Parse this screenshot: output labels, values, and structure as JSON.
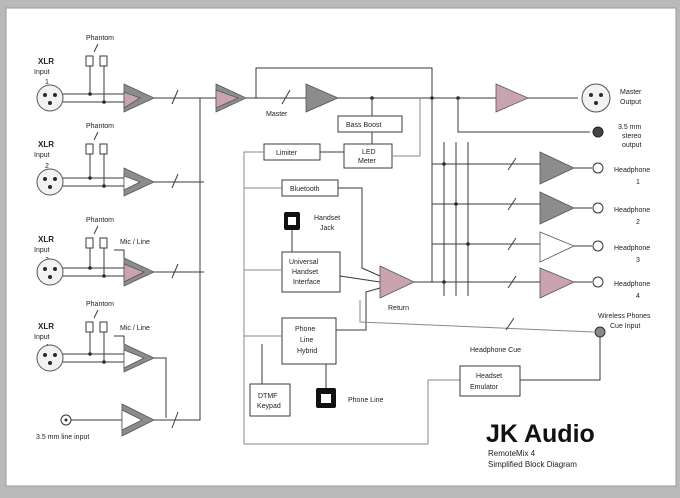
{
  "diagram": {
    "phantom_label": "Phantom",
    "inputs": [
      {
        "line1": "XLR",
        "line2": "Input",
        "num": "1"
      },
      {
        "line1": "XLR",
        "line2": "Input",
        "num": "2"
      },
      {
        "line1": "XLR",
        "line2": "Input",
        "num": "3"
      },
      {
        "line1": "XLR",
        "line2": "Input",
        "num": "4"
      }
    ],
    "mic_line": "Mic / Line",
    "line_input": "3.5 mm line input",
    "master": "Master",
    "master_output": [
      "Master",
      "Output"
    ],
    "stereo_output": [
      "3.5 mm",
      "stereo",
      "output"
    ],
    "bass_boost": "Bass Boost",
    "limiter": "Limiter",
    "led_meter": [
      "LED",
      "Meter"
    ],
    "bluetooth": "Bluetooth",
    "handset_jack": [
      "Handset",
      "Jack"
    ],
    "uhi": [
      "Universal",
      "Handset",
      "Interface"
    ],
    "return_label": "Return",
    "hybrid": [
      "Phone",
      "Line",
      "Hybrid"
    ],
    "dtmf": [
      "DTMF",
      "Keypad"
    ],
    "phone_line": "Phone Line",
    "headphones": [
      {
        "name": "Headphone",
        "num": "1"
      },
      {
        "name": "Headphone",
        "num": "2"
      },
      {
        "name": "Headphone",
        "num": "3"
      },
      {
        "name": "Headphone",
        "num": "4"
      }
    ],
    "wireless_cue": [
      "Wireless Phones",
      "Cue Input"
    ],
    "headphone_cue": "Headphone Cue",
    "headset_emulator": [
      "Headset",
      "Emulator"
    ],
    "brand": "JK Audio",
    "product": "RemoteMix 4",
    "subtitle": "Simplified Block Diagram"
  }
}
